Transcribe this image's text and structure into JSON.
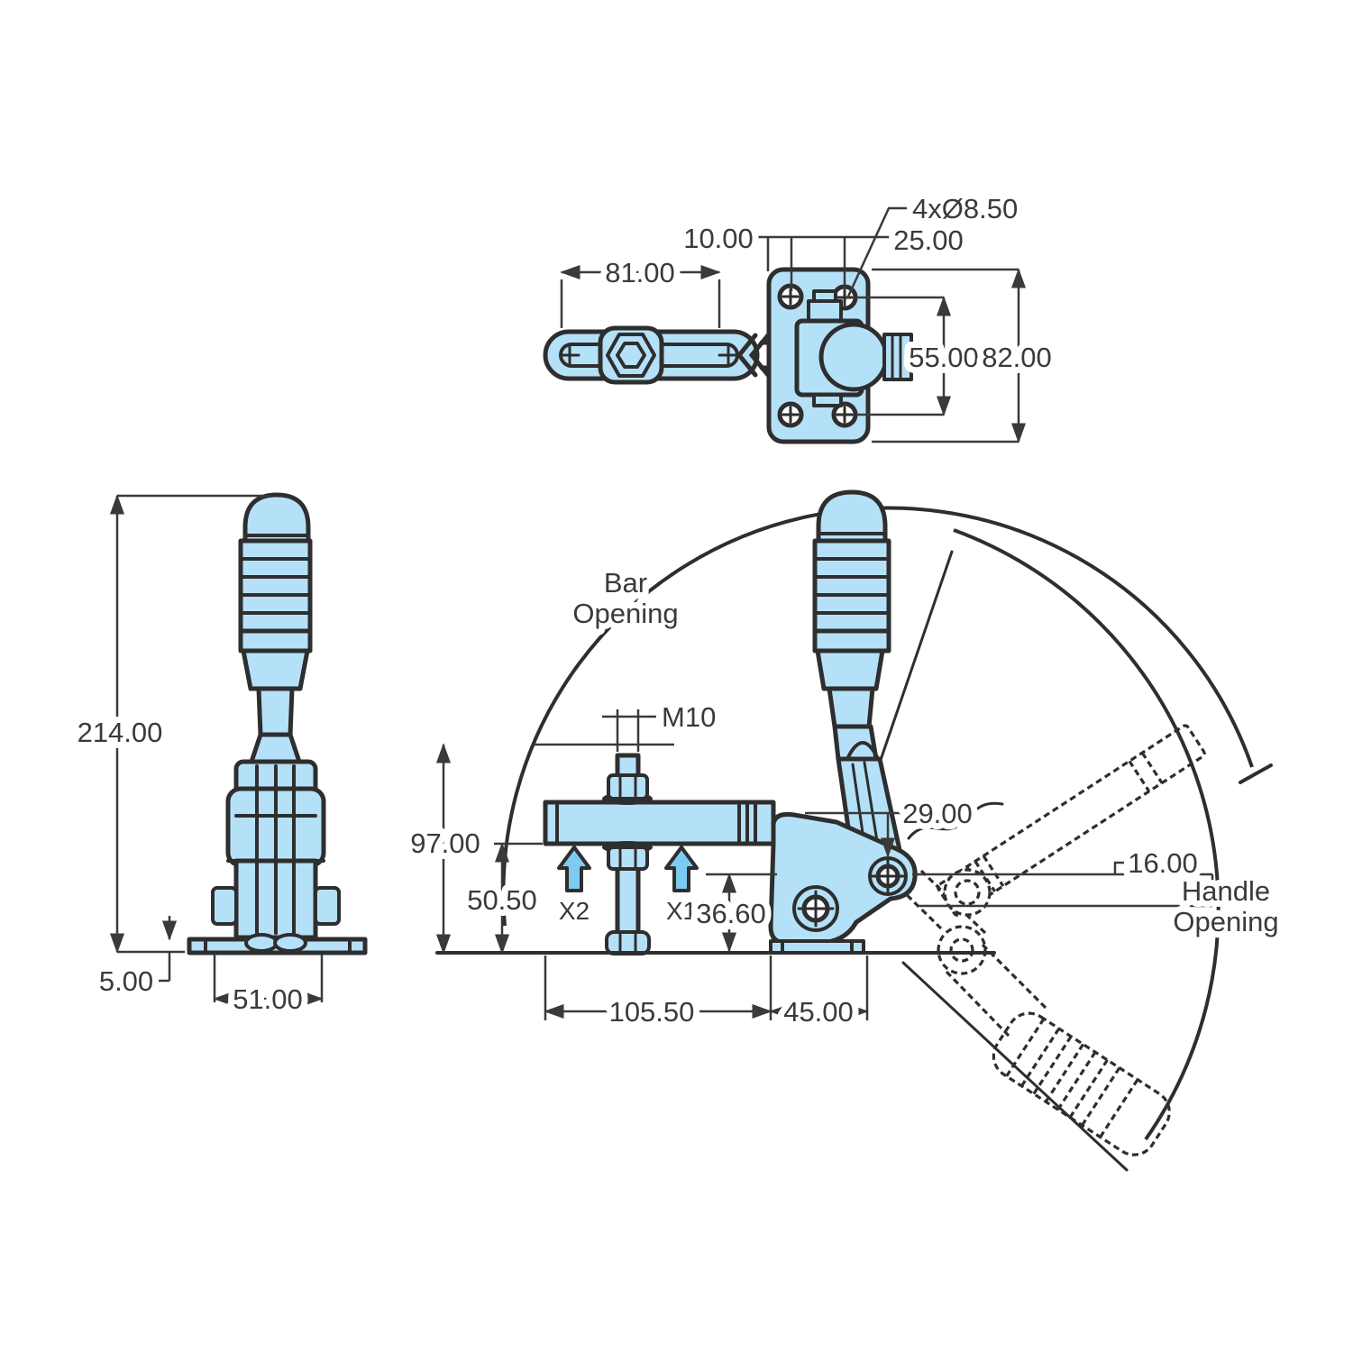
{
  "drawing": {
    "description": "Vertical toggle clamp dimensioned technical drawing, three views",
    "colors": {
      "part_fill": "#B5E1F8",
      "outline": "#2e2e2e",
      "dimension": "#3a3a3a",
      "force_arrow_fill": "#7ECBF2",
      "background": "#ffffff"
    },
    "top_view": {
      "dim_bar_length": "81.00",
      "dim_edge_to_hole": "10.00",
      "dim_hole_spacing": "25.00",
      "hole_callout": "4xØ8.50",
      "dim_hole_span": "55.00",
      "dim_plate_height": "82.00"
    },
    "side_view": {
      "dim_overall_height": "214.00",
      "dim_base_thickness": "5.00",
      "dim_base_width": "51.00"
    },
    "front_view": {
      "spindle_thread": "M10",
      "dim_spindle_height": "97.00",
      "dim_under_bar": "50.50",
      "force_point_1": "X1",
      "force_point_2": "X2",
      "dim_pivot_drop": "29.00",
      "dim_pivot_to_base": "36.60",
      "dim_handle_offset": "16.00",
      "dim_bar_reach": "105.50",
      "dim_flange_width": "45.00",
      "bar_opening_line1": "Bar",
      "bar_opening_line2": "Opening",
      "handle_opening_line1": "Handle",
      "handle_opening_line2": "Opening"
    }
  }
}
